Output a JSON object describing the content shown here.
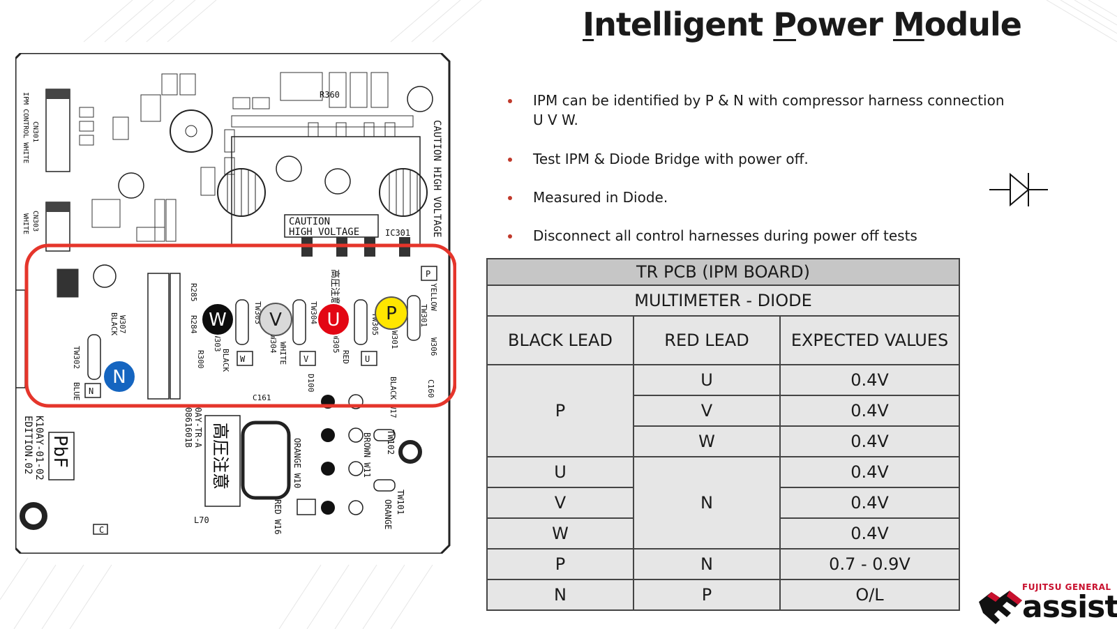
{
  "title": {
    "word1_initial": "I",
    "word1_rest": "ntelligent",
    "word2_initial": "P",
    "word2_rest": "ower",
    "word3_initial": "M",
    "word3_rest": "odule"
  },
  "bullets": [
    "IPM can be identified by P & N with compressor harness connection U V W.",
    "Test IPM & Diode Bridge with power off.",
    "Measured in Diode.",
    "Disconnect all control harnesses during power off tests"
  ],
  "diagram": {
    "icon": "diode-symbol-icon",
    "highlight_color": "#e5352b",
    "terminals": [
      {
        "label": "W",
        "color": "#0d0d0d",
        "text_color": "#ffffff"
      },
      {
        "label": "V",
        "color": "#d9d9d9",
        "text_color": "#1a1a1a"
      },
      {
        "label": "U",
        "color": "#e30613",
        "text_color": "#ffffff"
      },
      {
        "label": "P",
        "color": "#ffe600",
        "text_color": "#1a1a1a"
      },
      {
        "label": "N",
        "color": "#1565c0",
        "text_color": "#ffffff"
      }
    ],
    "pcb_labels": {
      "connector1": "IPM CONTROL WHITE",
      "connector1_ref": "CN301",
      "connector2": "WHITE",
      "connector2_ref": "CN303",
      "caution_box_line1": "CAUTION",
      "caution_box_line2": "HIGH VOLTAGE",
      "caution_side": "CAUTION HIGH VOLTAGE",
      "ic": "IC301",
      "resistor": "R360",
      "tw303": "TW303",
      "w303": "W303",
      "black": "BLACK",
      "tw304": "TW304",
      "w304": "W304",
      "white": "WHITE",
      "w305": "W305",
      "red": "RED",
      "tw305": "TW305",
      "tw301": "TW301",
      "w301": "W301",
      "yellow": "YELLOW",
      "w306": "W306",
      "tw302": "TW302",
      "blue": "BLUE",
      "w307": "W307",
      "black2": "BLACK",
      "tw_w": "W",
      "tw_v": "V",
      "tw_u": "U",
      "tw_p": "P",
      "tw_n": "N",
      "c161": "C161",
      "d100": "D100",
      "c160": "C160",
      "r284": "R284",
      "r285": "R285",
      "r300": "R300",
      "model1": "K10AY-01-02",
      "model2": "EDITION.02",
      "model3": "0AY-TR-A",
      "model4": "0861601B",
      "pbf": "PbF",
      "kanji": "高圧注意",
      "orange_w10": "ORANGE W10",
      "brown_w11": "BROWN W11",
      "tw102": "TW102",
      "tw101": "TW101",
      "orange": "ORANGE",
      "red_w16": "RED W16",
      "black_w17": "BLACK W17",
      "l70": "L70",
      "c_mark": "C"
    }
  },
  "table": {
    "title": "TR PCB (IPM BOARD)",
    "subtitle": "MULTIMETER - DIODE",
    "headers": [
      "BLACK LEAD",
      "RED LEAD",
      "EXPECTED VALUES"
    ],
    "rows": [
      {
        "black": "P",
        "red": "U",
        "value": "0.4V"
      },
      {
        "black": "",
        "red": "V",
        "value": "0.4V"
      },
      {
        "black": "",
        "red": "W",
        "value": "0.4V"
      },
      {
        "black": "U",
        "red": "N",
        "value": "0.4V"
      },
      {
        "black": "V",
        "red": "",
        "value": "0.4V"
      },
      {
        "black": "W",
        "red": "",
        "value": "0.4V"
      },
      {
        "black": "P",
        "red": "N",
        "value": "0.7 - 0.9V"
      },
      {
        "black": "N",
        "red": "P",
        "value": "O/L"
      }
    ]
  },
  "logo": {
    "brand": "FUJITSU GENERAL",
    "wordmark": "assist",
    "icon": "handshake-icon",
    "accent": "#c8102e"
  }
}
